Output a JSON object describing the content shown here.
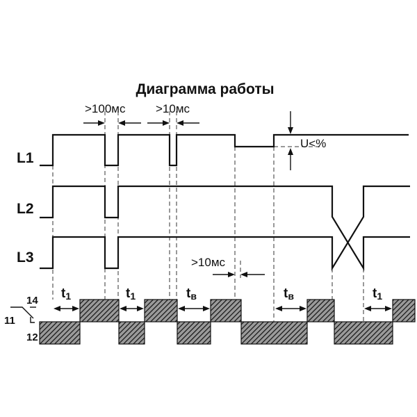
{
  "title": "Диаграмма работы",
  "signals": {
    "l1": "L1",
    "l2": "L2",
    "l3": "L3"
  },
  "annotations": {
    "gap_100": ">100мс",
    "gap_10_top": ">10мс",
    "gap_10_bottom": ">10мс",
    "voltage_drop": "U<%"
  },
  "contacts": {
    "c14": "14",
    "c11": "11",
    "c12": "12"
  },
  "timers": [
    {
      "t": "t",
      "sub": "1"
    },
    {
      "t": "t",
      "sub": "1"
    },
    {
      "t": "t",
      "sub": "в"
    },
    {
      "t": "t",
      "sub": "в"
    },
    {
      "t": "t",
      "sub": "1"
    }
  ],
  "colors": {
    "line": "#111111",
    "hatch_bg": "#9a9a9a"
  }
}
